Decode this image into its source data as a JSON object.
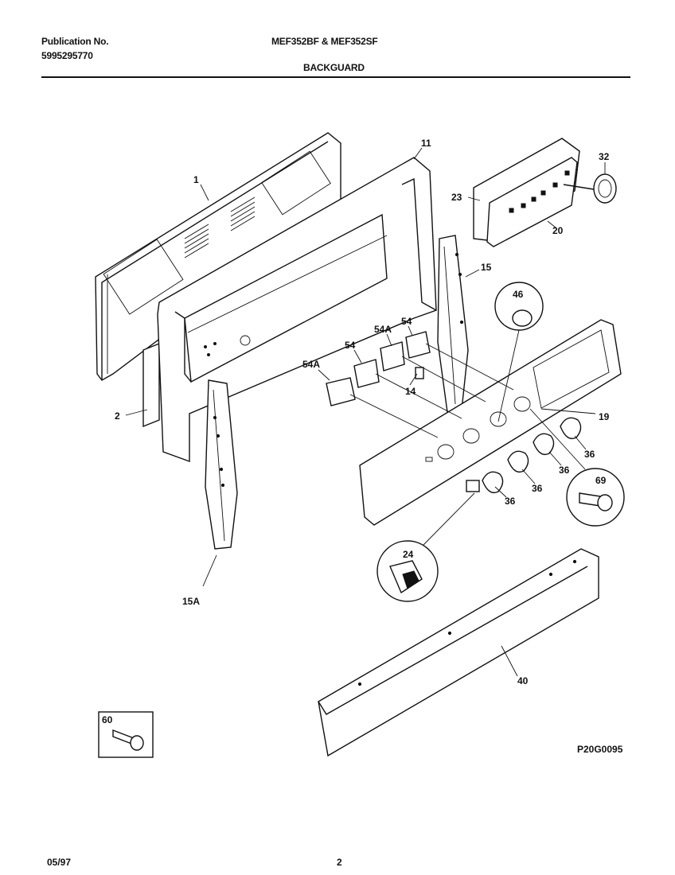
{
  "header": {
    "publication_label": "Publication No.",
    "publication_number": "5995295770",
    "models": "MEF352BF & MEF352SF",
    "section": "BACKGUARD"
  },
  "footer": {
    "date": "05/97",
    "page": "2"
  },
  "diagram": {
    "drawing_code": "P20G0095",
    "callouts": {
      "c1": "1",
      "c11": "11",
      "c2": "2",
      "c15": "15",
      "c15a": "15A",
      "c14": "14",
      "c19": "19",
      "c20": "20",
      "c23": "23",
      "c24": "24",
      "c32": "32",
      "c36a": "36",
      "c36b": "36",
      "c36c": "36",
      "c36d": "36",
      "c40": "40",
      "c46": "46",
      "c54a": "54",
      "c54b": "54",
      "c54aa": "54A",
      "c54ab": "54A",
      "c60": "60",
      "c69": "69"
    }
  }
}
